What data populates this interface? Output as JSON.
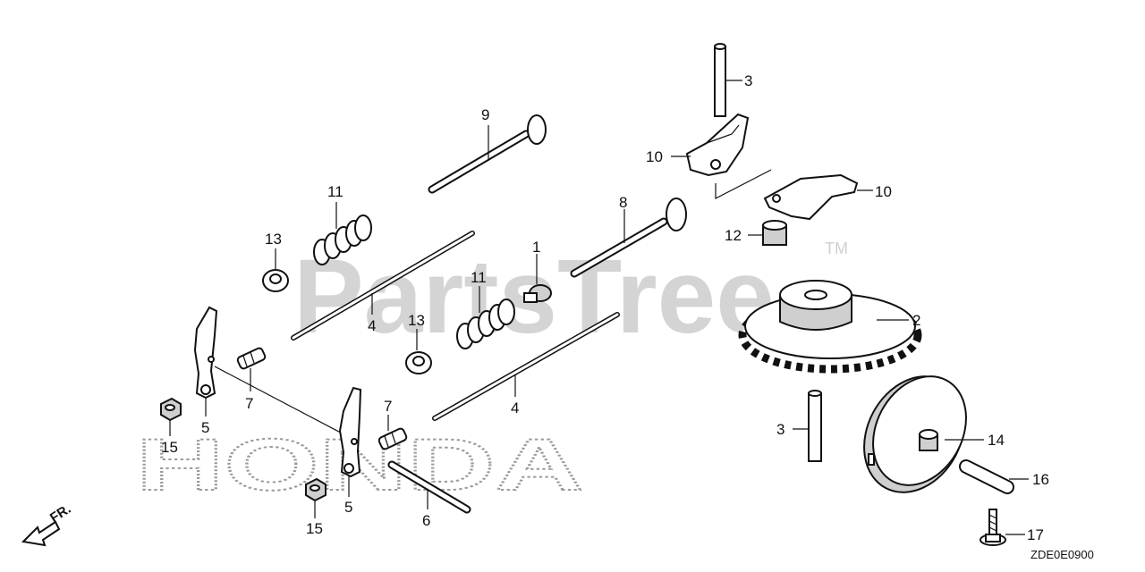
{
  "watermark": {
    "text": "PartsTree",
    "trademark": "TM"
  },
  "brand_watermark": "HONDA",
  "diagram_code": "ZDE0E0900",
  "front_indicator": "FR.",
  "callouts": [
    {
      "id": "c3a",
      "label": "3"
    },
    {
      "id": "c9",
      "label": "9"
    },
    {
      "id": "c10a",
      "label": "10"
    },
    {
      "id": "c10b",
      "label": "10"
    },
    {
      "id": "c11a",
      "label": "11"
    },
    {
      "id": "c13a",
      "label": "13"
    },
    {
      "id": "c8",
      "label": "8"
    },
    {
      "id": "c12",
      "label": "12"
    },
    {
      "id": "c1",
      "label": "1"
    },
    {
      "id": "c11b",
      "label": "11"
    },
    {
      "id": "c4a",
      "label": "4"
    },
    {
      "id": "c2",
      "label": "2"
    },
    {
      "id": "c13b",
      "label": "13"
    },
    {
      "id": "c7a",
      "label": "7"
    },
    {
      "id": "c4b",
      "label": "4"
    },
    {
      "id": "c7b",
      "label": "7"
    },
    {
      "id": "c5a",
      "label": "5"
    },
    {
      "id": "c15a",
      "label": "15"
    },
    {
      "id": "c3b",
      "label": "3"
    },
    {
      "id": "c14",
      "label": "14"
    },
    {
      "id": "c16",
      "label": "16"
    },
    {
      "id": "c6",
      "label": "6"
    },
    {
      "id": "c5b",
      "label": "5"
    },
    {
      "id": "c15b",
      "label": "15"
    },
    {
      "id": "c17",
      "label": "17"
    }
  ]
}
